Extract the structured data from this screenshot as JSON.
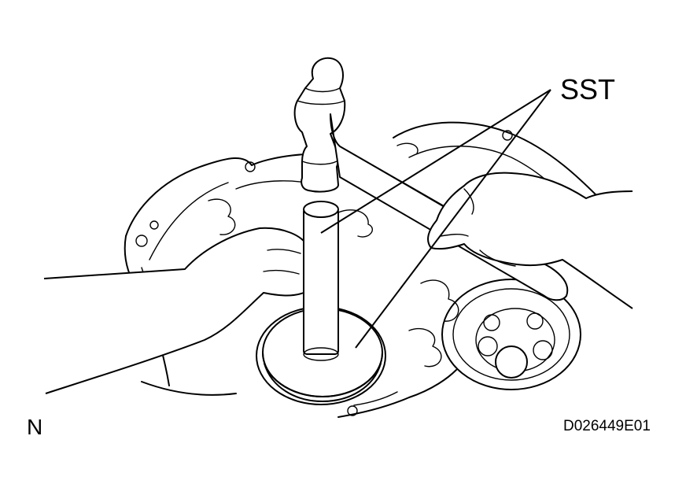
{
  "labels": {
    "sst": "SST",
    "n": "N",
    "code": "D026449E01"
  },
  "colors": {
    "line": "#000000",
    "background": "#ffffff"
  }
}
